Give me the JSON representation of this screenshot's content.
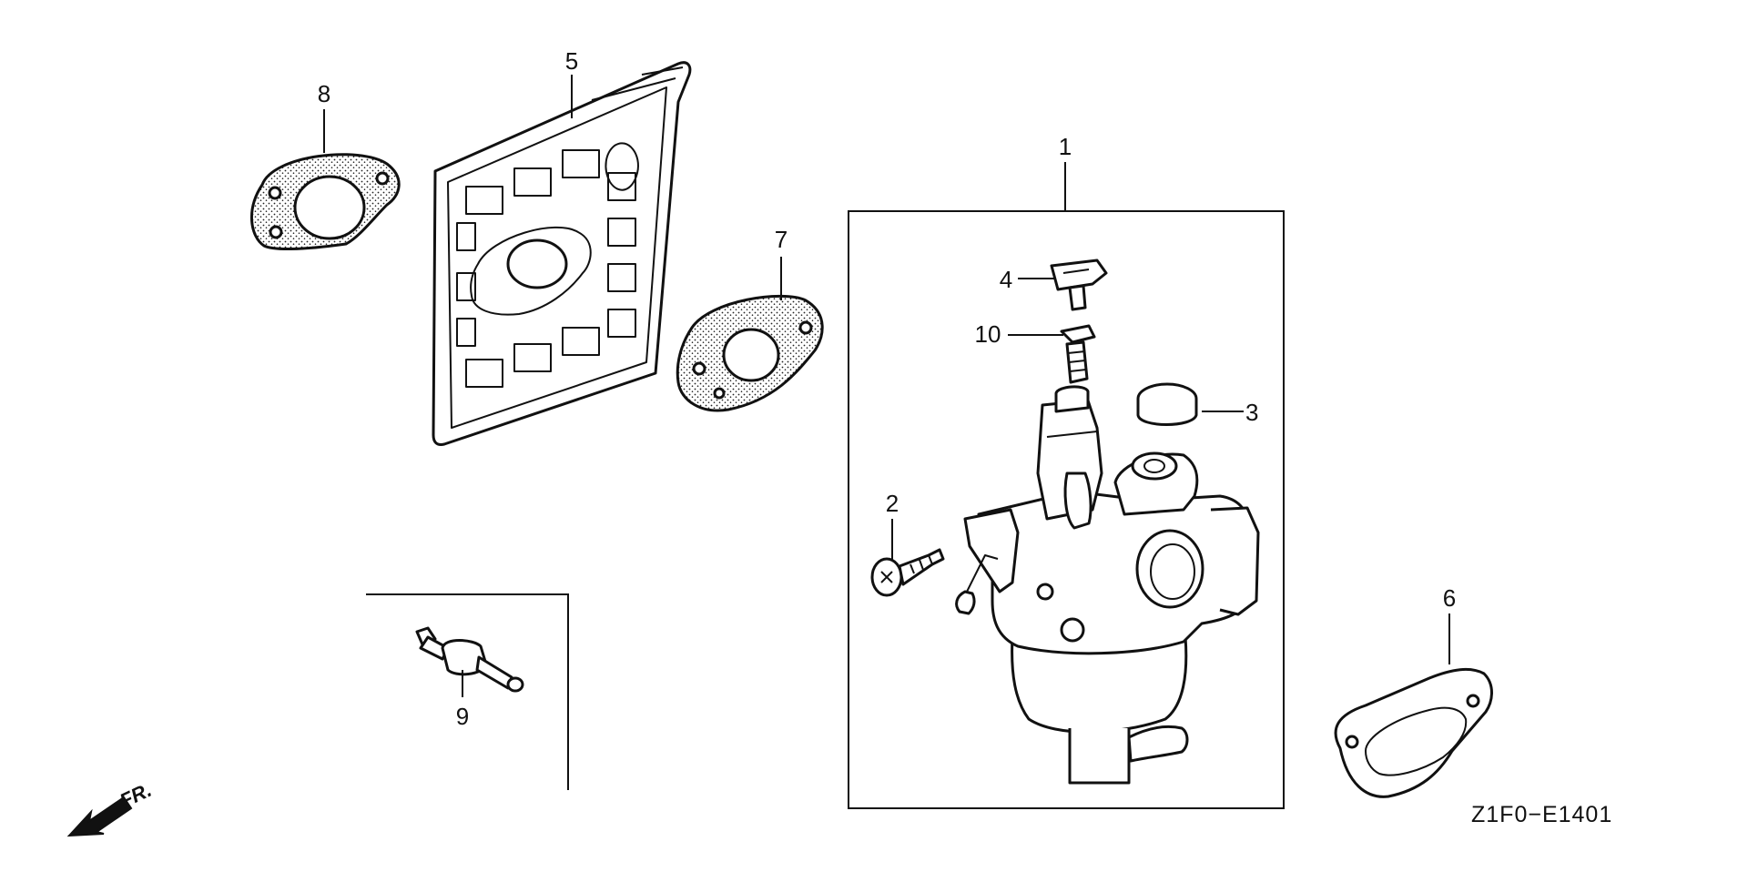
{
  "diagram": {
    "callouts": [
      {
        "id": "1",
        "label": "1"
      },
      {
        "id": "2",
        "label": "2"
      },
      {
        "id": "3",
        "label": "3"
      },
      {
        "id": "4",
        "label": "4"
      },
      {
        "id": "5",
        "label": "5"
      },
      {
        "id": "6",
        "label": "6"
      },
      {
        "id": "7",
        "label": "7"
      },
      {
        "id": "8",
        "label": "8"
      },
      {
        "id": "9",
        "label": "9"
      },
      {
        "id": "10",
        "label": "10"
      }
    ],
    "direction_marker": "FR.",
    "drawing_code": "Z1F0−E1401"
  }
}
